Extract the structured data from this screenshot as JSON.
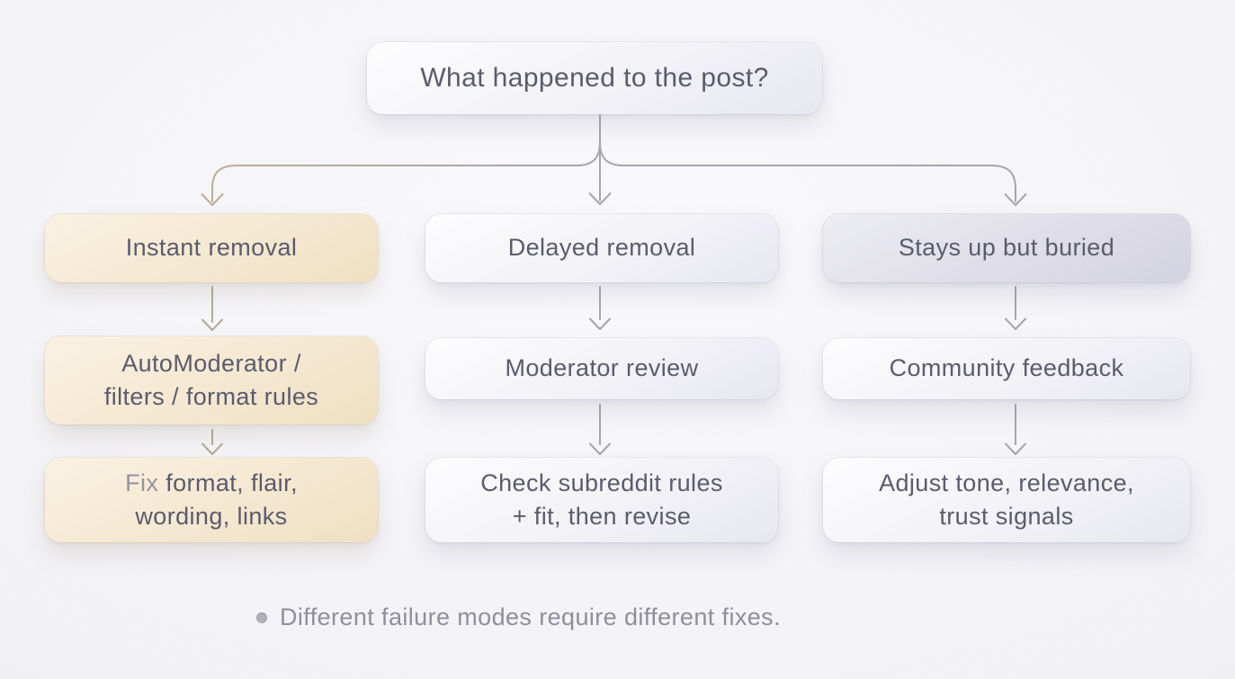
{
  "root": {
    "label": "What happened to the post?"
  },
  "columns": [
    {
      "header": {
        "label": "Instant removal"
      },
      "cause": {
        "line1": "AutoModerator /",
        "line2": "filters / format rules"
      },
      "fix": {
        "word_light": "Fix",
        "line1_rest": " format, flair,",
        "line2": "wording, links"
      }
    },
    {
      "header": {
        "label": "Delayed removal"
      },
      "cause": {
        "line1": "Moderator review"
      },
      "fix": {
        "line1": "Check subreddit rules",
        "line2": "+ fit, then revise"
      }
    },
    {
      "header": {
        "label": "Stays up but buried"
      },
      "cause": {
        "line1": "Community feedback"
      },
      "fix": {
        "line1": "Adjust tone, relevance,",
        "line2": "trust signals"
      }
    }
  ],
  "footer": {
    "note": "Different failure modes require different fixes."
  },
  "colors": {
    "background": "#f4f3f7",
    "box_cream": "#f4e7cf",
    "box_pale": "#f2f2f7",
    "box_lavender": "#d9d8e4",
    "text": "#5b5b6c",
    "text_light": "#9493a1",
    "connector_gray": "#a6a5b2",
    "connector_warm": "#bcae96"
  }
}
